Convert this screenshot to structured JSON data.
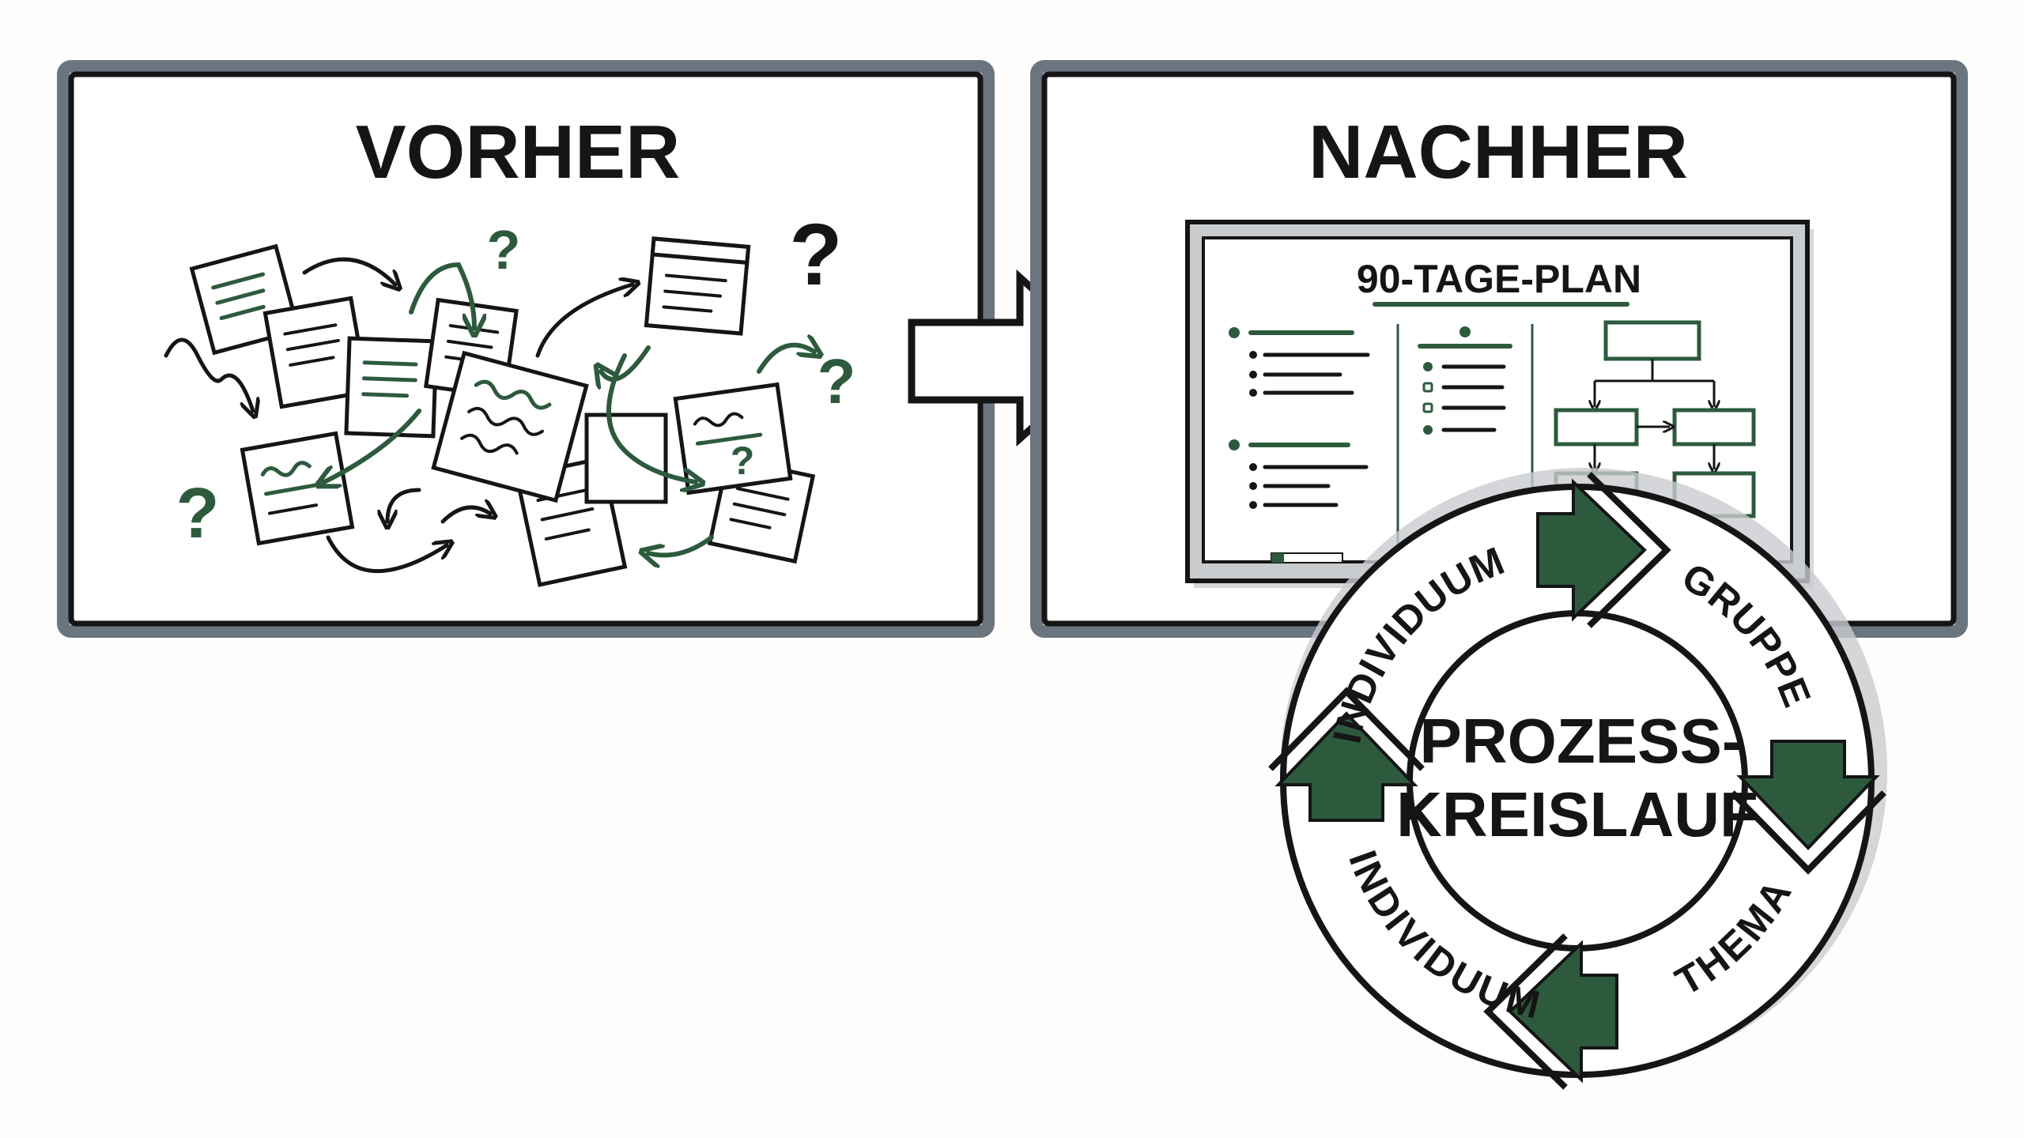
{
  "colors": {
    "accent_green": "#2d5a3d",
    "ink": "#151515",
    "frame_shadow": "#6b7580"
  },
  "before_panel": {
    "title": "VORHER",
    "question_mark": "?"
  },
  "after_panel": {
    "title": "NACHHER",
    "whiteboard": {
      "title": "90-TAGE-PLAN"
    }
  },
  "cycle": {
    "center_line1": "PROZESS-",
    "center_line2": "KREISLAUF",
    "segments": [
      {
        "label": "INDIVIDUUM"
      },
      {
        "label": "GRUPPE"
      },
      {
        "label": "THEMA"
      },
      {
        "label": "INDIVIDUUM"
      }
    ]
  }
}
